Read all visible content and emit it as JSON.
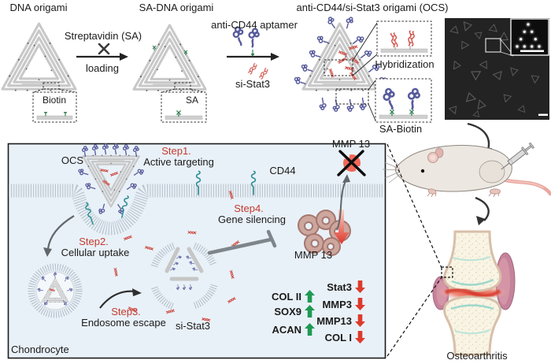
{
  "figure": {
    "top": {
      "title_dna_origami": "DNA origami",
      "title_sa_dna_origami": "SA-DNA origami",
      "title_ocs": "anti-CD44/si-Stat3 origami (OCS)",
      "arrow1_label_top": "Streptavidin (SA)",
      "arrow1_label_bottom": "loading",
      "arrow2_label_top": "anti-CD44 aptamer",
      "arrow2_label_bottom": "si-Stat3",
      "inset_biotin_label": "Biotin",
      "inset_sa_label": "SA",
      "inset_hybridization_label": "Hybridization",
      "inset_sa_biotin_label": "SA-Biotin"
    },
    "cell_panel": {
      "ocs_label": "OCS",
      "cd44_label": "CD44",
      "step1_label": "Step1.",
      "step1_desc": "Active targeting",
      "step2_label": "Step2.",
      "step2_desc": "Cellular uptake",
      "step3_label": "Step3.",
      "step3_desc": "Endosome escape",
      "step4_label": "Step4.",
      "step4_desc": "Gene silencing",
      "mmp13_secreted_label": "MMP 13",
      "mmp13_protein_label": "MMP 13",
      "si_stat3_label": "si-Stat3",
      "cell_type_label": "Chondrocyte",
      "genes_up": [
        "COL II",
        "SOX9",
        "ACAN"
      ],
      "genes_down": [
        "Stat3",
        "MMP3",
        "MMP13",
        "COL I"
      ]
    },
    "right_panel": {
      "disease_label": "Osteoarthritis"
    },
    "colors": {
      "step_red": "#c43a2e",
      "gene_up_green": "#1f9a53",
      "gene_down_red": "#dd3a2c",
      "aptamer_blue": "#575b9c",
      "sirna_red": "#cd4a42",
      "receptor_teal": "#2e8f96",
      "cell_bg": "#e9f1f8",
      "origami_gray": "#c8c8c8"
    }
  }
}
